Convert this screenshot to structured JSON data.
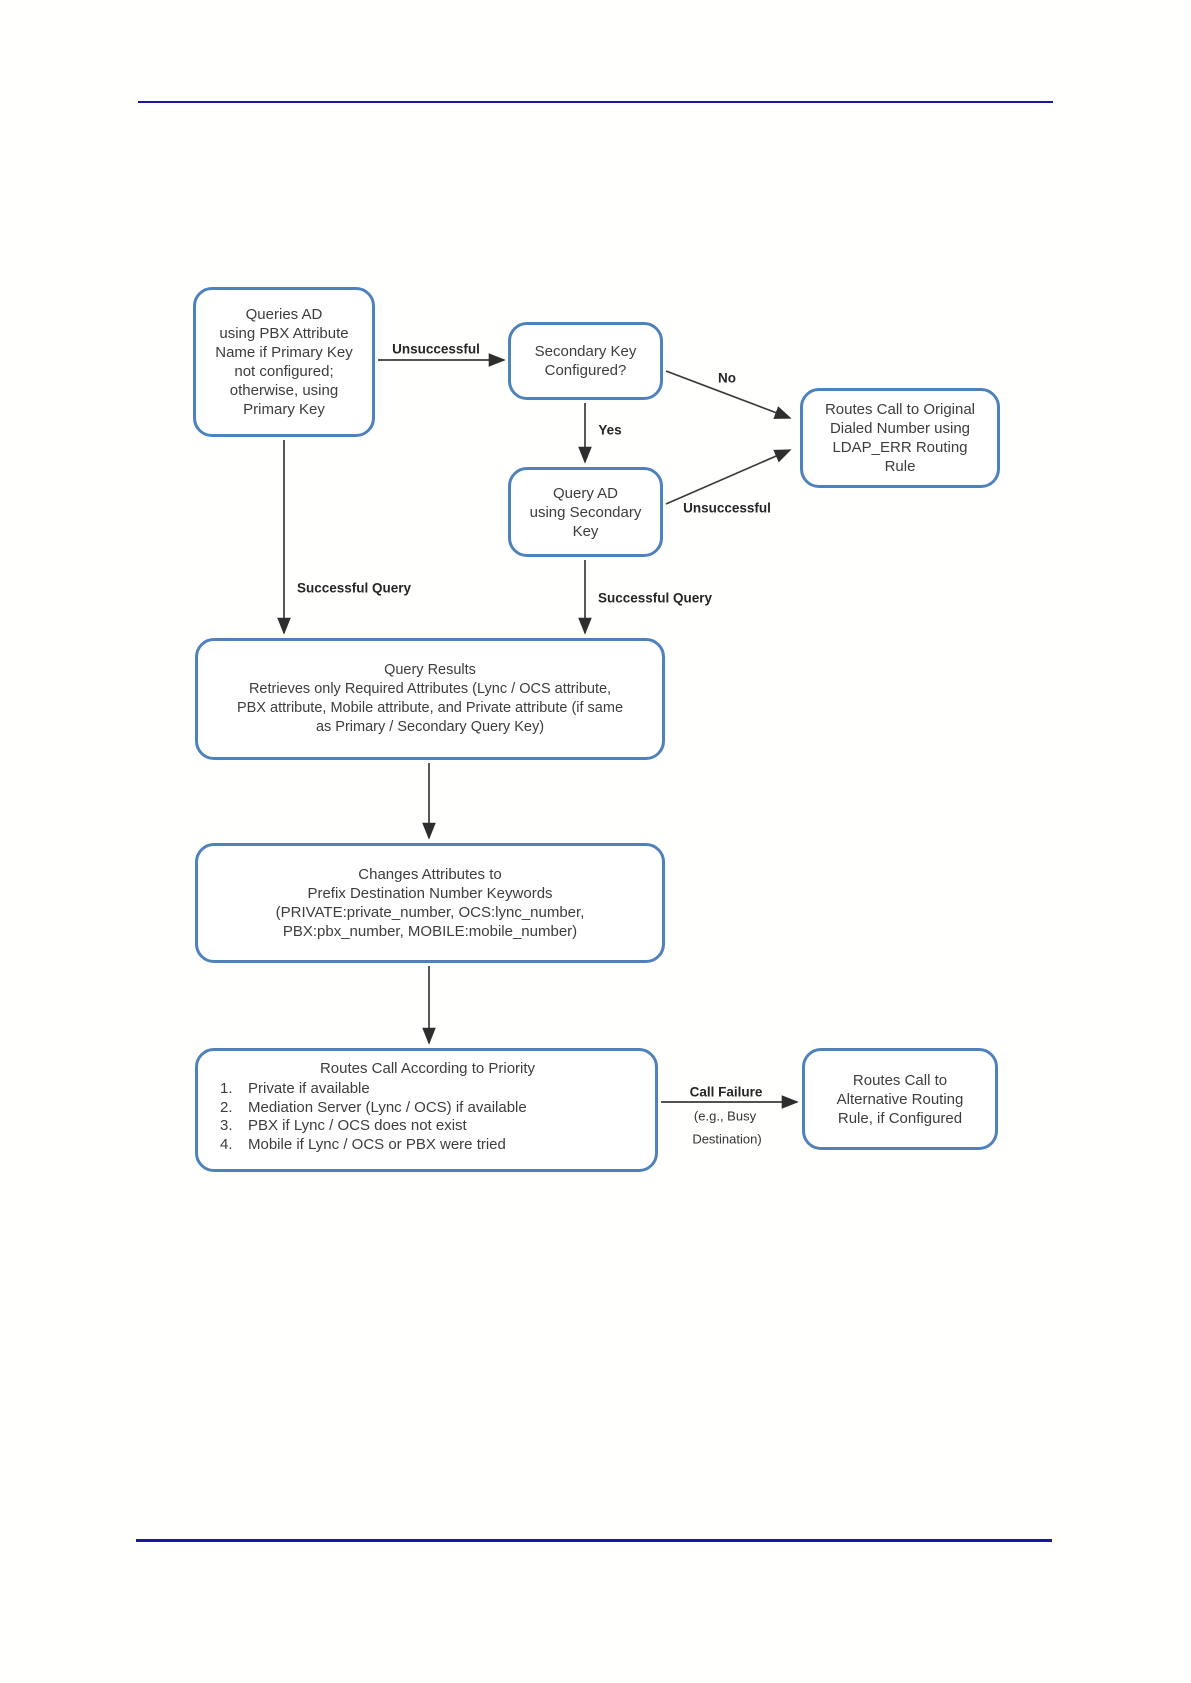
{
  "flowchart": {
    "boxes": {
      "queries_ad": {
        "text": "Queries AD\nusing PBX Attribute\nName if Primary Key\nnot configured;\notherwise, using\nPrimary Key"
      },
      "secondary_key": {
        "text": "Secondary Key\nConfigured?"
      },
      "routes_original": {
        "text": "Routes Call to Original\nDialed Number using\nLDAP_ERR Routing\nRule"
      },
      "query_ad_secondary": {
        "text": "Query AD\nusing Secondary\nKey"
      },
      "query_results": {
        "text": "Query Results\nRetrieves only Required Attributes (Lync / OCS attribute,\nPBX attribute, Mobile attribute, and Private attribute (if same\nas Primary / Secondary Query Key)"
      },
      "changes_attributes": {
        "text": "Changes Attributes to\nPrefix Destination Number Keywords\n(PRIVATE:private_number, OCS:lync_number,\nPBX:pbx_number, MOBILE:mobile_number)"
      },
      "routes_priority": {
        "title": "Routes Call According to Priority",
        "numbers": [
          "1.",
          "2.",
          "3.",
          "4."
        ],
        "items": [
          "Private if available",
          "Mediation Server (Lync / OCS) if available",
          "PBX if Lync / OCS does not exist",
          "Mobile if Lync / OCS or PBX were tried"
        ]
      },
      "routes_alternative": {
        "text": "Routes Call to\nAlternative Routing\nRule, if Configured"
      }
    },
    "labels": {
      "unsuccessful_primary": "Unsuccessful",
      "no": "No",
      "yes": "Yes",
      "unsuccessful_secondary": "Unsuccessful",
      "successful_query_left": "Successful Query",
      "successful_query_right": "Successful Query",
      "call_failure": "Call Failure",
      "call_failure_sub1": "(e.g., Busy",
      "call_failure_sub2": "Destination)"
    },
    "colors": {
      "box_border": "#4f81bd",
      "box_text": "#3d3d3d",
      "arrow": "#3a3a3a",
      "label_text": "#262626",
      "page_rule": "#1a17a3",
      "background": "#ffffff"
    }
  }
}
